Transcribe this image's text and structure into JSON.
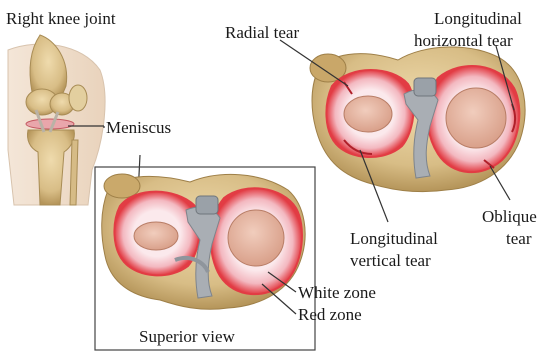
{
  "labels": {
    "title": "Right knee joint",
    "meniscus": "Meniscus",
    "superior_view": "Superior view",
    "white_zone": "White zone",
    "red_zone": "Red zone",
    "radial_tear": "Radial tear",
    "longitudinal_horizontal_1": "Longitudinal",
    "longitudinal_horizontal_2": "horizontal tear",
    "longitudinal_vertical_1": "Longitudinal",
    "longitudinal_vertical_2": "vertical tear",
    "oblique_1": "Oblique",
    "oblique_2": "tear"
  },
  "colors": {
    "bone": "#dcc38f",
    "bone_shadow": "#b89a5e",
    "meniscus_red": "#e23c44",
    "meniscus_pink": "#f2c7cc",
    "white_zone": "#f8e8ec",
    "ligament_gray": "#a9aeb4",
    "cartilage": "#e7b7a6",
    "line": "#333333"
  }
}
